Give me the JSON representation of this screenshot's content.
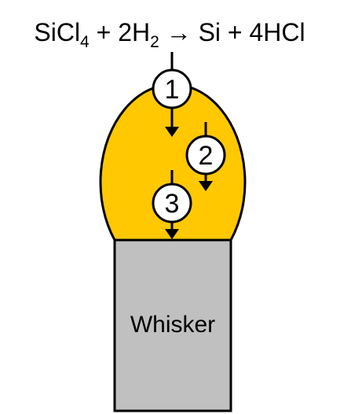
{
  "equation": {
    "reactant1_base": "SiCl",
    "reactant1_sub": "4",
    "plus1": " + 2H",
    "reactant2_sub": "2",
    "arrow_and_products": " → Si + 4HCl"
  },
  "steps": [
    {
      "label": "1"
    },
    {
      "label": "2"
    },
    {
      "label": "3"
    }
  ],
  "whisker": {
    "label": "Whisker"
  },
  "colors": {
    "droplet": "#FFC800",
    "whisker": "#C0C0C0",
    "outline": "#000000",
    "circle_fill": "#FFFFFF"
  }
}
